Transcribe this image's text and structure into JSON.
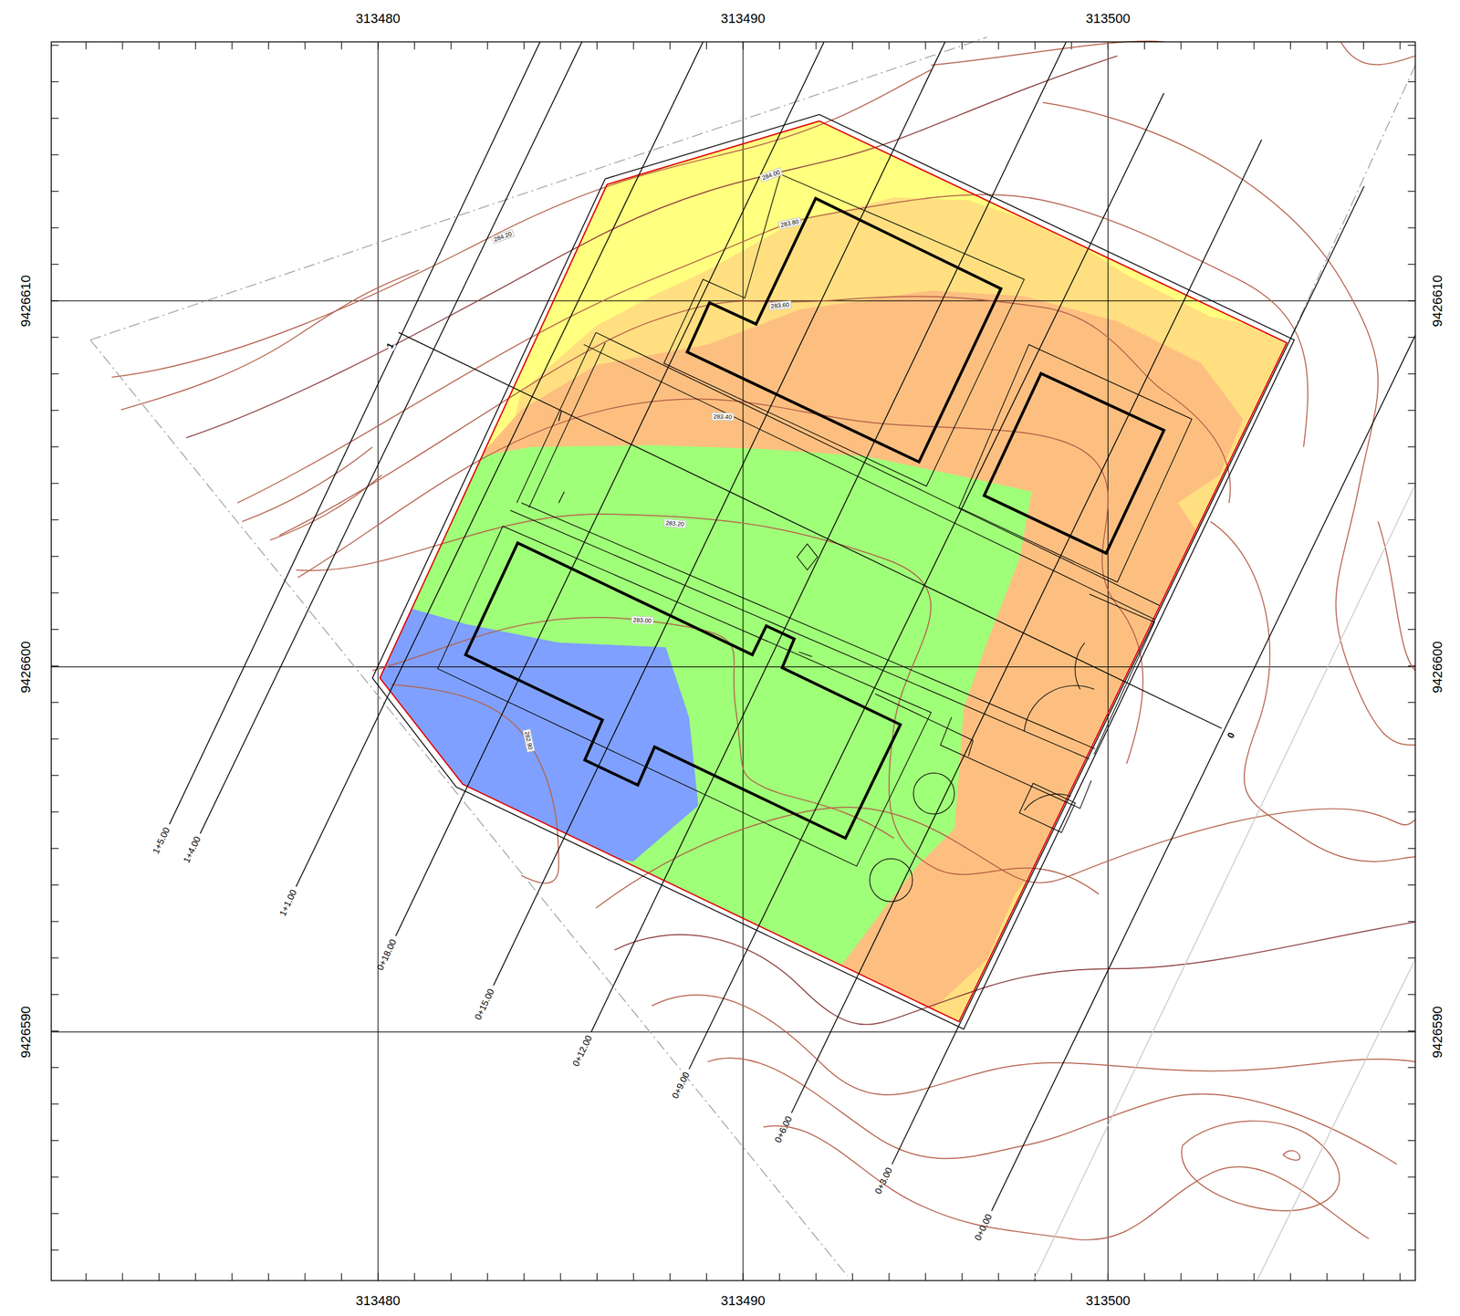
{
  "diagram": {
    "labels": [
      "313480",
      "313490",
      "313500",
      "313480",
      "313490",
      "313500",
      "9426610",
      "9426600",
      "9426590",
      "9426610",
      "9426600",
      "9426590",
      "284.20",
      "284.00",
      "283.80",
      "283.60",
      "283.40",
      "283.20",
      "283.00",
      "282.90",
      "1+5.00",
      "1+4.00",
      "1+1.00",
      "0+18.00",
      "0+15.00",
      "0+12.00",
      "0+9.00",
      "0+6.00",
      "0+3.00",
      "0+0.00",
      "1",
      "0"
    ]
  }
}
